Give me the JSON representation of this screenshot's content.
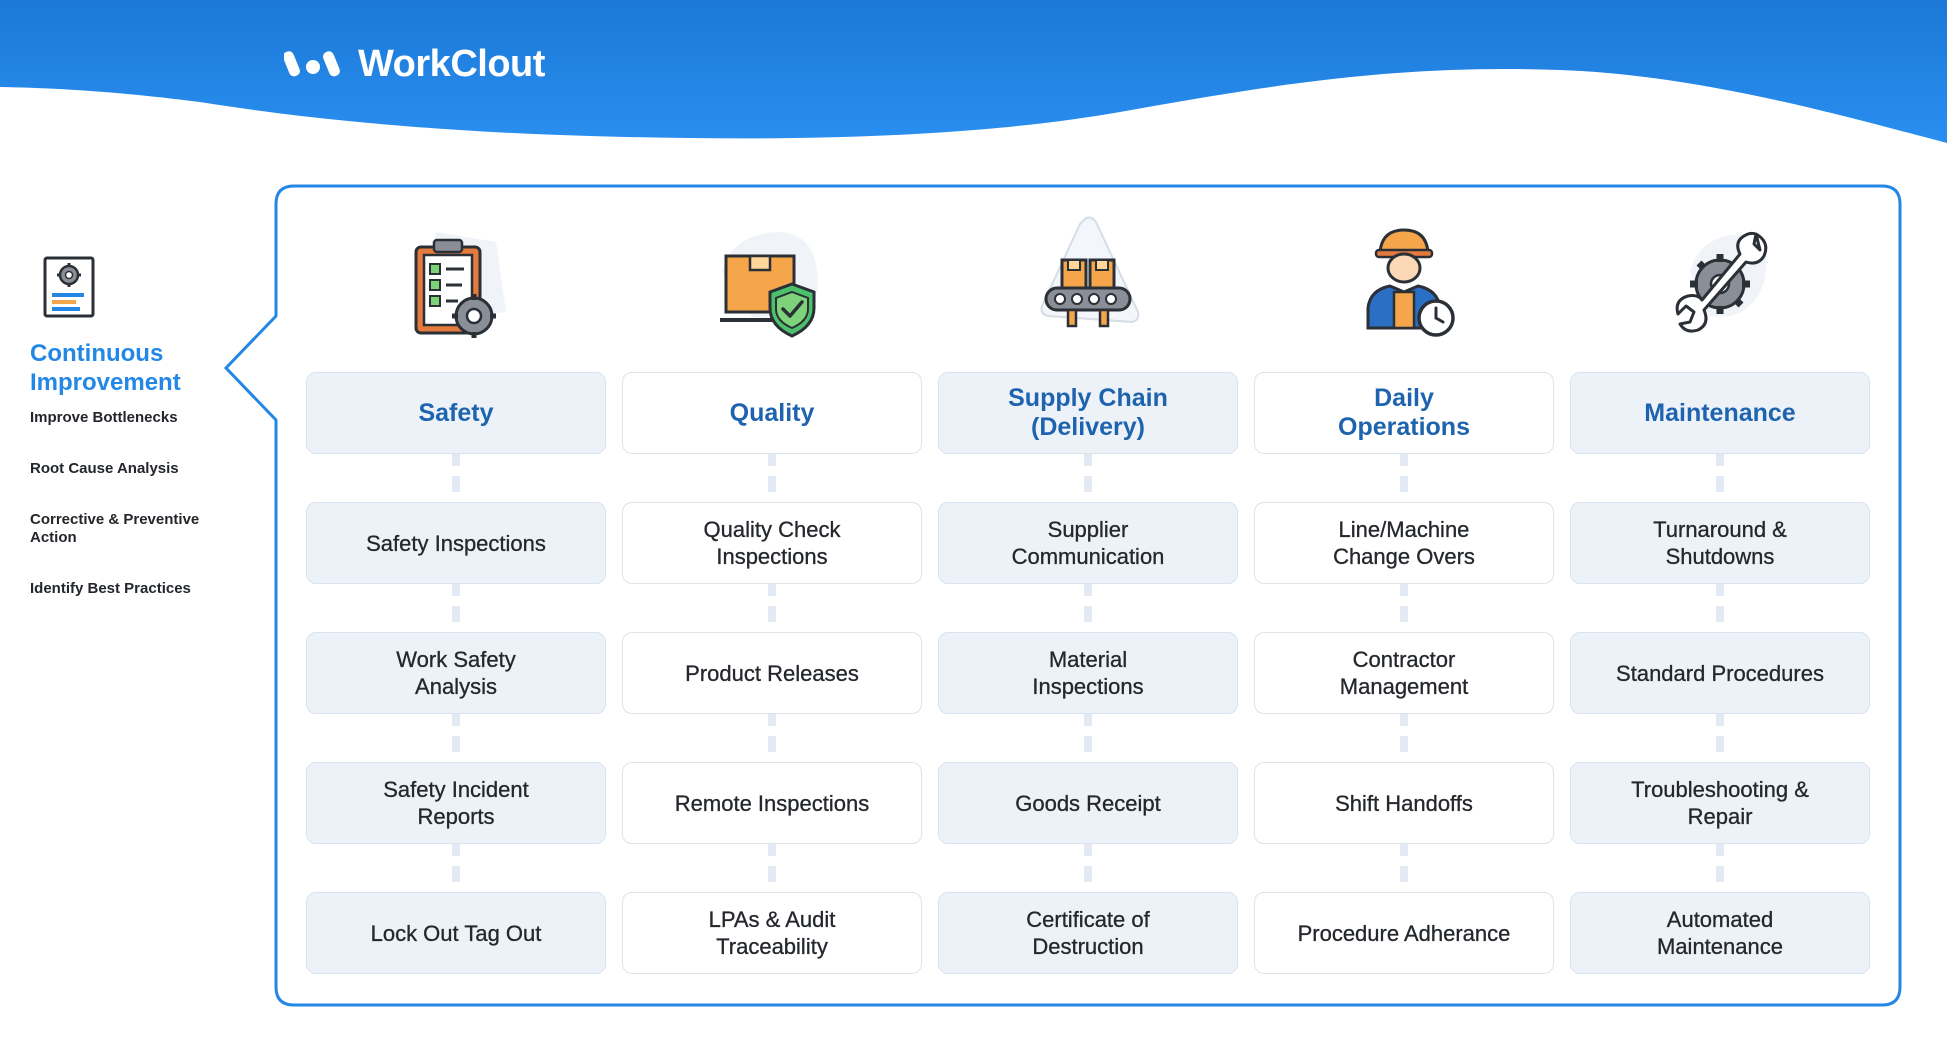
{
  "brand": {
    "name": "WorkClout"
  },
  "colors": {
    "header_blue": "#2389ea",
    "accent_blue": "#2387e6",
    "heading_blue": "#1e63ae",
    "cell_shade": "#edf2f9",
    "orange": "#f5a54a",
    "green": "#4cc06a"
  },
  "sidebar": {
    "icon": "report-gear-icon",
    "title": "Continuous Improvement",
    "items": [
      "Improve Bottlenecks",
      "Root Cause Analysis",
      "Corrective & Preventive Action",
      "Identify Best Practices"
    ]
  },
  "columns": [
    {
      "icon": "clipboard-gear-icon",
      "title": "Safety",
      "items": [
        "Safety Inspections",
        "Work Safety\nAnalysis",
        "Safety Incident\nReports",
        "Lock Out Tag Out"
      ]
    },
    {
      "icon": "box-shield-check-icon",
      "title": "Quality",
      "items": [
        "Quality Check\nInspections",
        "Product Releases",
        "Remote Inspections",
        "LPAs & Audit\nTraceability"
      ]
    },
    {
      "icon": "conveyor-boxes-icon",
      "title": "Supply Chain (Delivery)",
      "items": [
        "Supplier\nCommunication",
        "Material\nInspections",
        "Goods Receipt",
        "Certificate of\nDestruction"
      ]
    },
    {
      "icon": "worker-clock-icon",
      "title": "Daily\nOperations",
      "items": [
        "Line/Machine\nChange Overs",
        "Contractor\nManagement",
        "Shift Handoffs",
        "Procedure Adherance"
      ]
    },
    {
      "icon": "wrench-gear-icon",
      "title": "Maintenance",
      "items": [
        "Turnaround &\nShutdowns",
        "Standard Procedures",
        "Troubleshooting &\nRepair",
        "Automated\nMaintenance"
      ]
    }
  ]
}
